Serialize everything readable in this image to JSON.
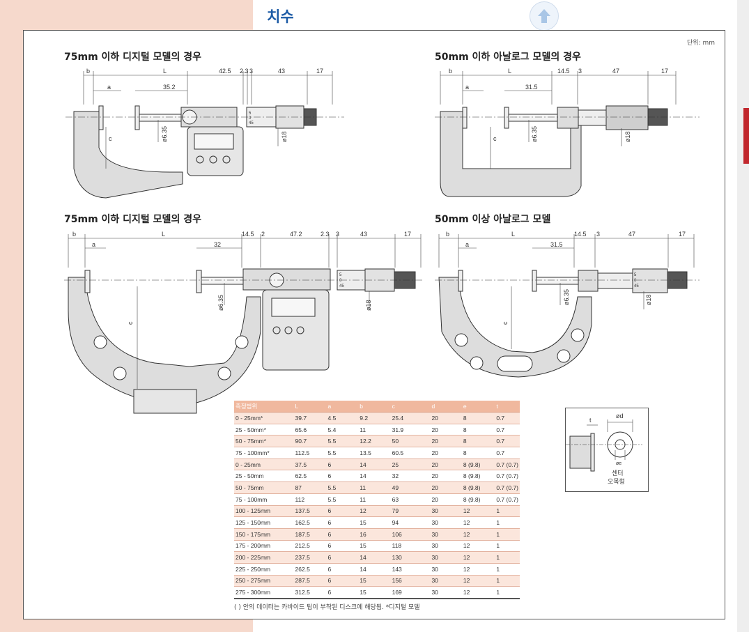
{
  "header": {
    "title": "치수"
  },
  "panel": {
    "unit_label": "단위: mm",
    "sections": [
      {
        "title": "75mm 이하 디지털 모델의 경우"
      },
      {
        "title": "50mm 이하 아날로그 모델의 경우"
      },
      {
        "title": "75mm 이하 디지털 모델의 경우"
      },
      {
        "title": "50mm 이상 아날로그 모델"
      }
    ]
  },
  "figures": {
    "fig1": {
      "b": "b",
      "L": "L",
      "a": "a",
      "c": "c",
      "v1": "42.5",
      "v2": "2.3",
      "v3": "3",
      "v4": "43",
      "v5": "17",
      "span": "35.2",
      "spindle": "ø6.35",
      "thimble": "ø18",
      "s1": "5",
      "s2": "0",
      "s3": "45"
    },
    "fig2": {
      "b": "b",
      "L": "L",
      "a": "a",
      "c": "c",
      "v1": "14.5",
      "v2": "3",
      "v3": "47",
      "v4": "17",
      "span": "31.5",
      "spindle": "ø6.35",
      "thimble": "ø18"
    },
    "fig3": {
      "b": "b",
      "L": "L",
      "a": "a",
      "c": "c",
      "v1": "14.5",
      "v2": "2",
      "v3": "47.2",
      "v4": "2.3",
      "v5": "3",
      "v6": "43",
      "v7": "17",
      "span": "32",
      "spindle": "ø6.35",
      "thimble": "ø18",
      "s1": "5",
      "s2": "0",
      "s3": "45"
    },
    "fig4": {
      "b": "b",
      "L": "L",
      "a": "a",
      "c": "c",
      "v1": "14.5",
      "v2": "3",
      "v3": "47",
      "v4": "17",
      "span": "31.5",
      "spindle": "ø6.35",
      "thimble": "ø18",
      "s1": "5",
      "s2": "0",
      "s3": "45"
    }
  },
  "table": {
    "headers": [
      "측정범위",
      "L",
      "a",
      "b",
      "c",
      "d",
      "e",
      "t"
    ],
    "rows": [
      [
        "0 - 25mm*",
        "39.7",
        "4.5",
        "9.2",
        "25.4",
        "20",
        "8",
        "0.7"
      ],
      [
        "25 - 50mm*",
        "65.6",
        "5.4",
        "11",
        "31.9",
        "20",
        "8",
        "0.7"
      ],
      [
        "50 - 75mm*",
        "90.7",
        "5.5",
        "12.2",
        "50",
        "20",
        "8",
        "0.7"
      ],
      [
        "75 - 100mm*",
        "112.5",
        "5.5",
        "13.5",
        "60.5",
        "20",
        "8",
        "0.7"
      ],
      [
        "0 - 25mm",
        "37.5",
        "6",
        "14",
        "25",
        "20",
        "8 (9.8)",
        "0.7 (0.7)"
      ],
      [
        "25 - 50mm",
        "62.5",
        "6",
        "14",
        "32",
        "20",
        "8 (9.8)",
        "0.7 (0.7)"
      ],
      [
        "50 - 75mm",
        "87",
        "5.5",
        "11",
        "49",
        "20",
        "8 (9.8)",
        "0.7 (0.7)"
      ],
      [
        "75 - 100mm",
        "112",
        "5.5",
        "11",
        "63",
        "20",
        "8 (9.8)",
        "0.7 (0.7)"
      ],
      [
        "100 - 125mm",
        "137.5",
        "6",
        "12",
        "79",
        "30",
        "12",
        "1"
      ],
      [
        "125 - 150mm",
        "162.5",
        "6",
        "15",
        "94",
        "30",
        "12",
        "1"
      ],
      [
        "150 - 175mm",
        "187.5",
        "6",
        "16",
        "106",
        "30",
        "12",
        "1"
      ],
      [
        "175 - 200mm",
        "212.5",
        "6",
        "15",
        "118",
        "30",
        "12",
        "1"
      ],
      [
        "200 - 225mm",
        "237.5",
        "6",
        "14",
        "130",
        "30",
        "12",
        "1"
      ],
      [
        "225 - 250mm",
        "262.5",
        "6",
        "14",
        "143",
        "30",
        "12",
        "1"
      ],
      [
        "250 - 275mm",
        "287.5",
        "6",
        "15",
        "156",
        "30",
        "12",
        "1"
      ],
      [
        "275 - 300mm",
        "312.5",
        "6",
        "15",
        "169",
        "30",
        "12",
        "1"
      ]
    ],
    "footnote": "( ) 안의 데이터는 카바이드 팁이 부착된 디스크에 해당됨.  *디지털 모델"
  },
  "detail": {
    "t": "t",
    "d": "ød",
    "e": "øe",
    "caption1": "센터",
    "caption2": "오목형"
  }
}
